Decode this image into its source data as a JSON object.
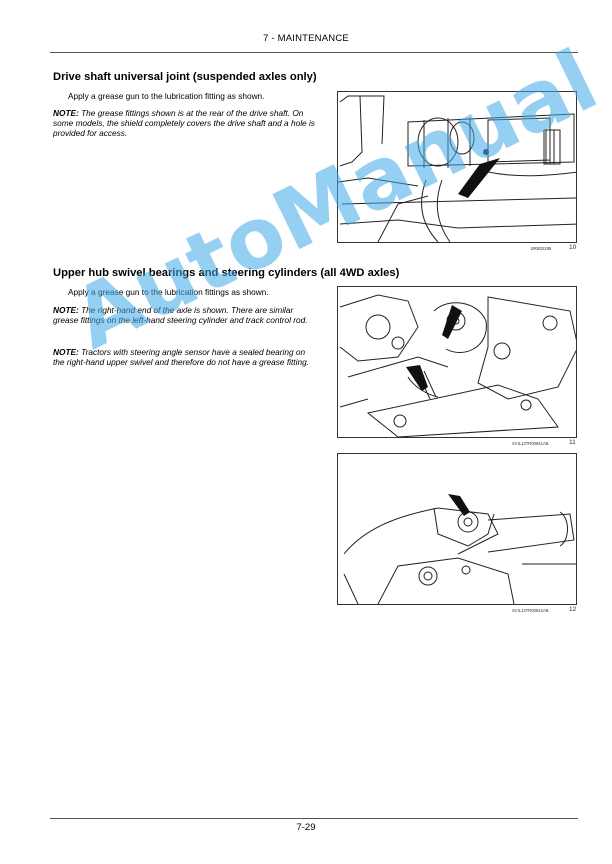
{
  "header": {
    "title": "7 - MAINTENANCE"
  },
  "section1": {
    "title": "Drive shaft universal joint (suspended axles only)",
    "instruction": "Apply a grease gun to the lubrication fitting as shown.",
    "note_label": "NOTE:",
    "note_text": " The grease fittings shown is at the rear of the drive shaft.  On some models, the shield completely covers the drive shaft and a hole is provided for access.",
    "figure": {
      "code": "BRB02285",
      "number": "10"
    }
  },
  "section2": {
    "title": "Upper hub swivel bearings and steering cylinders (all 4WD axles)",
    "instruction": "Apply a grease gun to the lubrication fittings as shown.",
    "note1_label": "NOTE:",
    "note1_text": " The right-hand end of the axle is shown.  There are similar grease fittings on the left-hand steering cylinder and track control rod.",
    "note2_label": "NOTE:",
    "note2_text": " Tractors with steering angle sensor have a sealed bearing on the right-hand upper swivel and therefore do not have a grease fitting.",
    "figure11": {
      "code": "SVIL13TR00841AB",
      "number": "11"
    },
    "figure12": {
      "code": "SVIL13TR00842AB",
      "number": "12"
    }
  },
  "watermark": "AutoManual",
  "footer": {
    "page_number": "7-29"
  }
}
